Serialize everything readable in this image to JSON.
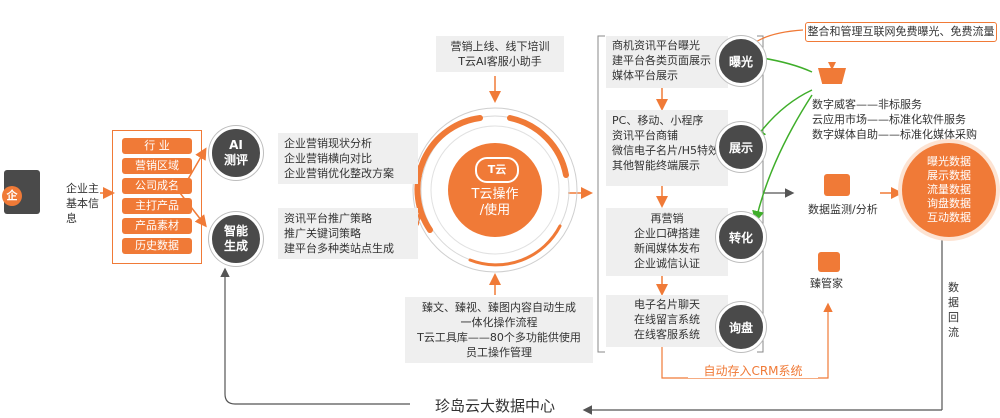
{
  "enterprise": {
    "label1": "企业主",
    "label2": "基本信息"
  },
  "info_tags": [
    "行 业",
    "营销区域",
    "公司成名",
    "主打产品",
    "产品素材",
    "历史数据"
  ],
  "ai_eval": {
    "label": "AI\n测评",
    "items": [
      "企业营销现状分析",
      "企业营销横向对比",
      "企业营销优化整改方案"
    ]
  },
  "smart_gen": {
    "label": "智能\n生成",
    "items": [
      "资讯平台推广策略",
      "推广关键词策略",
      "建平台多种类站点生成"
    ]
  },
  "top_note": [
    "营销上线、线下培训",
    "T云AI客服小助手"
  ],
  "bottom_note": [
    "臻文、臻视、臻图内容自动生成",
    "一体化操作流程",
    "T云工具库——80个多功能供使用",
    "员工操作管理"
  ],
  "hub": {
    "logo": "T云",
    "label": "T云操作\n/使用"
  },
  "stages": [
    {
      "badge": "曝光",
      "items": [
        "商机资讯平台曝光",
        "建平台各类页面展示",
        "媒体平台展示"
      ]
    },
    {
      "badge": "展示",
      "items": [
        "PC、移动、小程序",
        "资讯平台商铺",
        "微信电子名片/H5特效",
        "其他智能终端展示"
      ]
    },
    {
      "badge": "转化",
      "items": [
        "再营销",
        "企业口碑搭建",
        "新闻媒体发布",
        "企业诚信认证"
      ]
    },
    {
      "badge": "询盘",
      "items": [
        "电子名片聊天",
        "在线留言系统",
        "在线客服系统"
      ]
    }
  ],
  "top_banner": "整合和管理互联网免费曝光、免费流量",
  "services": [
    "数字威客——非标服务",
    "云应用市场——标准化软件服务",
    "数字媒体自助——标准化媒体采购"
  ],
  "monitor": "数据监测/分析",
  "data_list": [
    "曝光数据",
    "展示数据",
    "流量数据",
    "询盘数据",
    "互动数据"
  ],
  "manager": "臻管家",
  "crm": "自动存入CRM系统",
  "data_return": "数\n据\n回\n流",
  "datacenter": "珍岛云大数据中心",
  "colors": {
    "orange": "#f07a37",
    "dark": "#4a4a4a",
    "green": "#3fae2a",
    "gray_box": "#efefef"
  }
}
